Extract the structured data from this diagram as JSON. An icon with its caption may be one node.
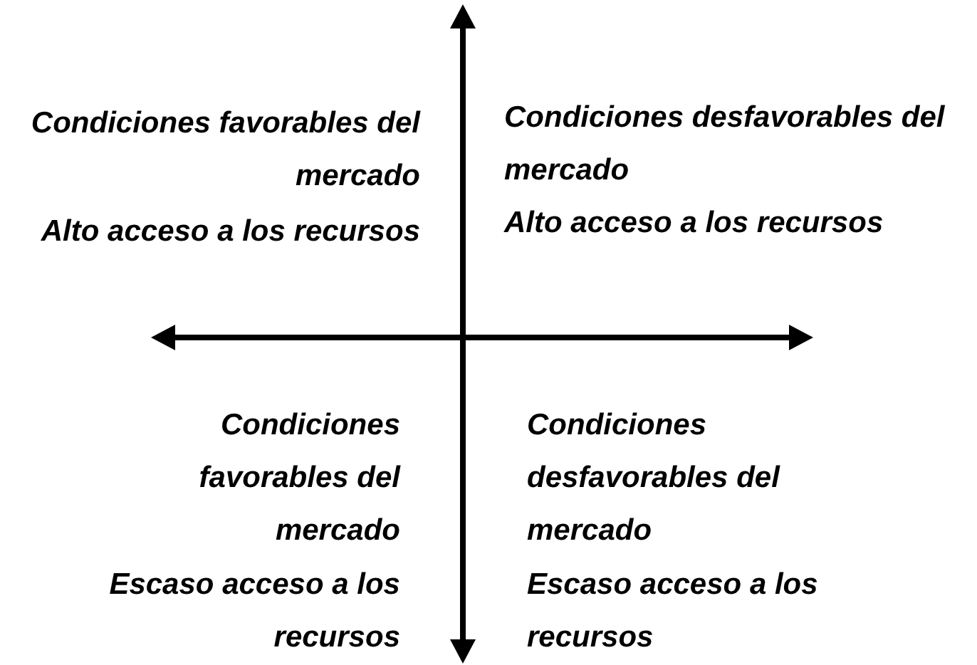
{
  "diagram": {
    "labels": [
      "Condiciones favorables del mercado",
      "Alto acceso a los recursos",
      "Condiciones desfavorables del mercado",
      "Alto acceso a los recursos",
      "Condiciones favorables del mercado",
      "Escaso acceso a los recursos",
      "Condiciones desfavorables del mercado",
      "Escaso acceso a los recursos"
    ]
  }
}
